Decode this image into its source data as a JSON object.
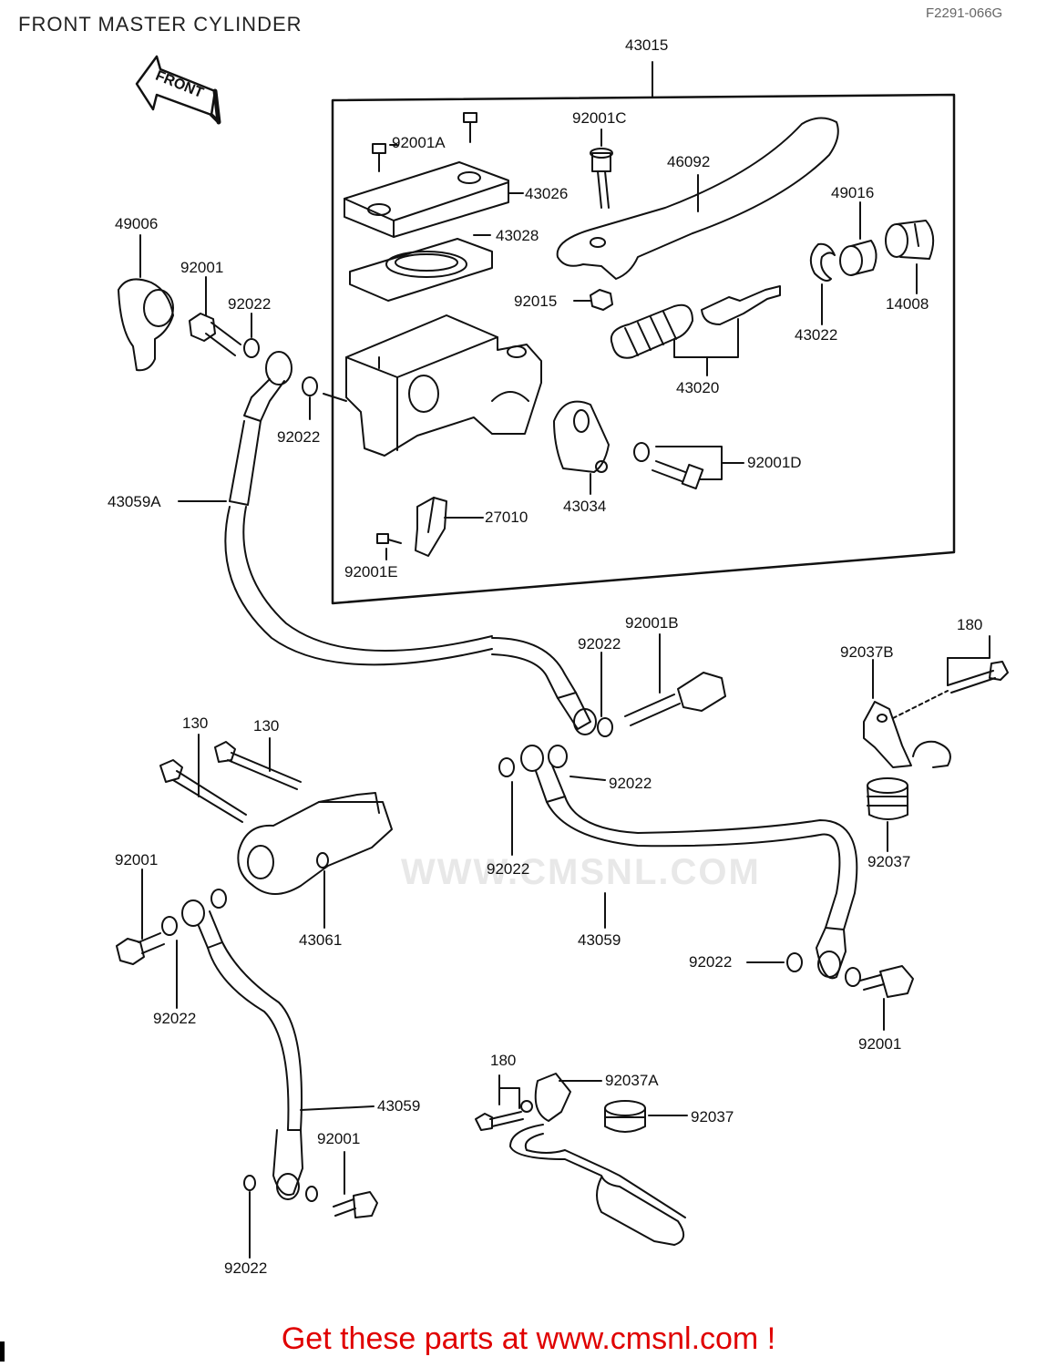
{
  "header": {
    "title": "FRONT MASTER CYLINDER",
    "diagram_code": "F2291-066G"
  },
  "front_arrow": {
    "text": "FRONT"
  },
  "watermark": {
    "text": "WWW.CMSNL.COM"
  },
  "callouts": [
    {
      "id": "43015",
      "text": "43015"
    },
    {
      "id": "92001C",
      "text": "92001C"
    },
    {
      "id": "92001A",
      "text": "92001A"
    },
    {
      "id": "43026",
      "text": "43026"
    },
    {
      "id": "46092",
      "text": "46092"
    },
    {
      "id": "49016",
      "text": "49016"
    },
    {
      "id": "43028",
      "text": "43028"
    },
    {
      "id": "49006",
      "text": "49006"
    },
    {
      "id": "92001-top",
      "text": "92001"
    },
    {
      "id": "92022-a",
      "text": "92022"
    },
    {
      "id": "92015",
      "text": "92015"
    },
    {
      "id": "43022",
      "text": "43022"
    },
    {
      "id": "14008",
      "text": "14008"
    },
    {
      "id": "43020",
      "text": "43020"
    },
    {
      "id": "92022-b",
      "text": "92022"
    },
    {
      "id": "92001D",
      "text": "92001D"
    },
    {
      "id": "43034",
      "text": "43034"
    },
    {
      "id": "43059A",
      "text": "43059A"
    },
    {
      "id": "27010",
      "text": "27010"
    },
    {
      "id": "92001E",
      "text": "92001E"
    },
    {
      "id": "92001B",
      "text": "92001B"
    },
    {
      "id": "92022-c",
      "text": "92022"
    },
    {
      "id": "180-a",
      "text": "180"
    },
    {
      "id": "92037B",
      "text": "92037B"
    },
    {
      "id": "130-a",
      "text": "130"
    },
    {
      "id": "130-b",
      "text": "130"
    },
    {
      "id": "92022-d",
      "text": "92022"
    },
    {
      "id": "92001-left",
      "text": "92001"
    },
    {
      "id": "92022-e",
      "text": "92022"
    },
    {
      "id": "92037-a",
      "text": "92037"
    },
    {
      "id": "43061",
      "text": "43061"
    },
    {
      "id": "43059-a",
      "text": "43059"
    },
    {
      "id": "92022-f",
      "text": "92022"
    },
    {
      "id": "92022-g",
      "text": "92022"
    },
    {
      "id": "92001-right",
      "text": "92001"
    },
    {
      "id": "180-b",
      "text": "180"
    },
    {
      "id": "92037A",
      "text": "92037A"
    },
    {
      "id": "92037-b",
      "text": "92037"
    },
    {
      "id": "43059-b",
      "text": "43059"
    },
    {
      "id": "92001-bottom",
      "text": "92001"
    },
    {
      "id": "92022-h",
      "text": "92022"
    }
  ],
  "footer": {
    "text": "Get these parts at www.cmsnl.com !"
  }
}
